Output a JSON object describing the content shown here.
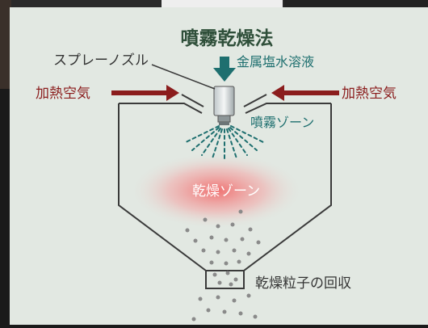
{
  "title": "噴霧乾燥法",
  "labels": {
    "nozzle": "スプレーノズル",
    "liquid": "金属塩水溶液",
    "heated_air_left": "加熱空気",
    "heated_air_right": "加熱空気",
    "spray_zone": "噴霧ゾーン",
    "drying_zone": "乾燥ゾーン",
    "collection": "乾燥粒子の回収"
  },
  "colors": {
    "background": "#e2e8e2",
    "title": "#2f4f3a",
    "teal": "#1e6f6f",
    "air_red": "#8b1d1d",
    "line": "#3a3a3a",
    "glow": "#f06a6a",
    "particles": "#8a8a8a"
  }
}
